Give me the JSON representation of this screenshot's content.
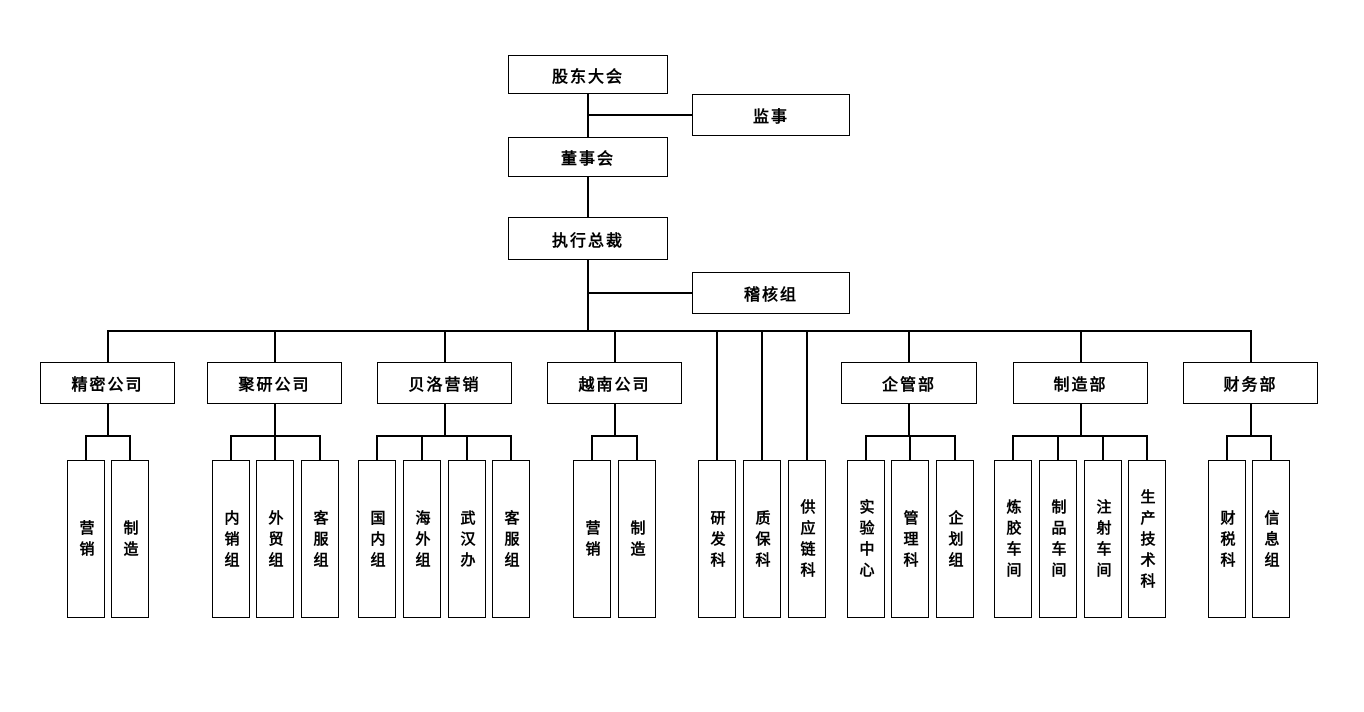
{
  "nodes": {
    "shareholders": "股东大会",
    "supervisor": "监事",
    "board": "董事会",
    "president": "执行总裁",
    "audit": "稽核组"
  },
  "departments": [
    {
      "label": "精密公司",
      "children": [
        "营销",
        "制造"
      ]
    },
    {
      "label": "聚研公司",
      "children": [
        "内销组",
        "外贸组",
        "客服组"
      ]
    },
    {
      "label": "贝洛营销",
      "children": [
        "国内组",
        "海外组",
        "武汉办",
        "客服组"
      ]
    },
    {
      "label": "越南公司",
      "children": [
        "营销",
        "制造"
      ]
    },
    {
      "label": "企管部",
      "children": [
        "实验中心",
        "管理科",
        "企划组"
      ]
    },
    {
      "label": "制造部",
      "children": [
        "炼胶车间",
        "制品车间",
        "注射车间",
        "生产技术科"
      ]
    },
    {
      "label": "财务部",
      "children": [
        "财税科",
        "信息组"
      ]
    }
  ],
  "direct_units": [
    "研发科",
    "质保科",
    "供应链科"
  ],
  "colors": {
    "line": "#000000",
    "box_border": "#000000",
    "box_fill": "#ffffff",
    "text": "#000000",
    "background": "#ffffff"
  }
}
